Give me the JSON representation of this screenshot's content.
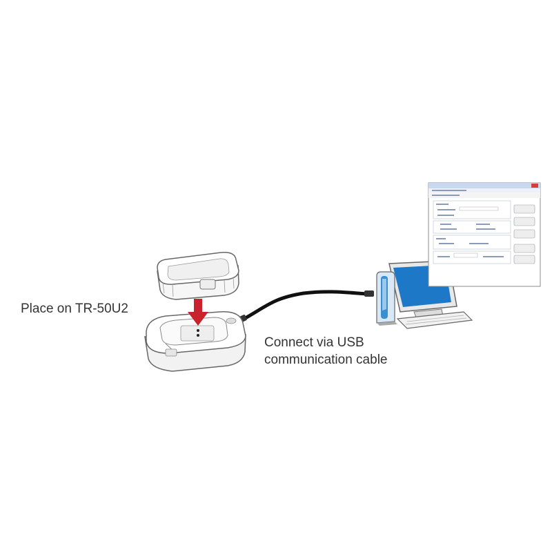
{
  "labels": {
    "place": "Place on TR-50U2",
    "connect_line1": "Connect via USB",
    "connect_line2": "communication cable"
  },
  "colors": {
    "arrow": "#c8232c",
    "cable": "#111111",
    "screen": "#1e78c8",
    "usb_stick": "#3a8fd0",
    "outline": "#666666",
    "window_title": "#c8d8ee"
  },
  "icons": {
    "sensor": "data-logger-sensor-icon",
    "base": "tr-50u2-base-unit-icon",
    "arrow": "down-arrow-icon",
    "computer": "desktop-computer-icon",
    "window": "software-window-icon"
  }
}
